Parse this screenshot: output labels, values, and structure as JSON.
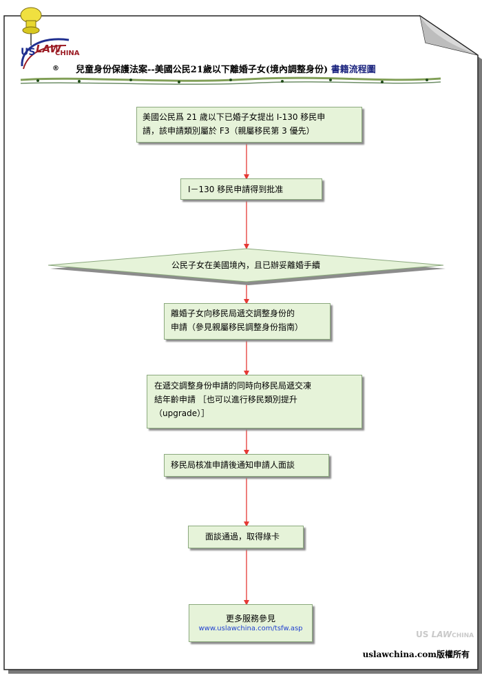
{
  "brand": {
    "logo_us": "US",
    "logo_law": "LAW",
    "logo_china": "CHINA",
    "logo_reg": "®"
  },
  "title": {
    "main": "兒童身份保護法案--美國公民21歲以下離婚子女(境內調整身份)",
    "tail": "書籍流程圖"
  },
  "steps": [
    {
      "lines": [
        "美國公民爲 21 歲以下已婚子女提出 I-130 移民申",
        "請，該申請類別屬於 F3（親屬移民第 3 優先）"
      ]
    },
    {
      "lines": [
        "I－130 移民申請得到批准"
      ]
    },
    {
      "lines": [
        "公民子女在美國境內，且已辦妥離婚手續"
      ]
    },
    {
      "lines": [
        "離婚子女向移民局遞交調整身份的",
        "申請（參見親屬移民調整身份指南）"
      ]
    },
    {
      "lines": [
        "在遞交調整身份申請的同時向移民局遞交凍",
        "結年齡申請 ［也可以進行移民類別提升",
        "（upgrade）］"
      ]
    },
    {
      "lines": [
        "移民局核准申請後通知申請人面談"
      ]
    },
    {
      "lines": [
        "面談通過，取得綠卡"
      ]
    },
    {
      "lines": [
        "更多服務參見"
      ],
      "link": "www.uslawchina.com/tsfw.asp"
    }
  ],
  "footer": {
    "copyright": "uslawchina.com版權所有"
  },
  "colors": {
    "box_fill": "#e6f3d9",
    "box_border": "#8aa87c",
    "arrow": "#e53935",
    "title_tail": "#1a237e",
    "link": "#1f3fd0"
  }
}
